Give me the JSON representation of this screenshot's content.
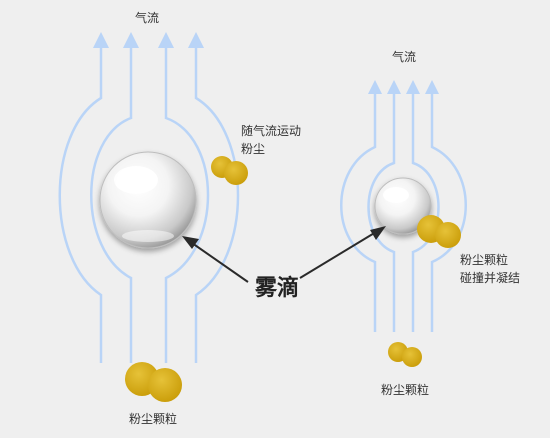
{
  "labels": {
    "airflow_left": "气流",
    "airflow_right": "气流",
    "moving_dust_line1": "随气流运动",
    "moving_dust_line2": "粉尘",
    "droplet": "雾滴",
    "collide_line1": "粉尘颗粒",
    "collide_line2": "碰撞并凝结",
    "dust_left": "粉尘颗粒",
    "dust_right": "粉尘颗粒"
  },
  "colors": {
    "background": "#efefef",
    "airflow": "#b9d4f7",
    "dust": "#d7ad13",
    "arrow": "#2a2a2a",
    "droplet": "#ffffff"
  },
  "icons": {
    "flow": "up-arrow-icon",
    "pointer": "pointer-arrow-icon",
    "dust": "dust-particle-icon",
    "droplet": "water-droplet-icon"
  }
}
